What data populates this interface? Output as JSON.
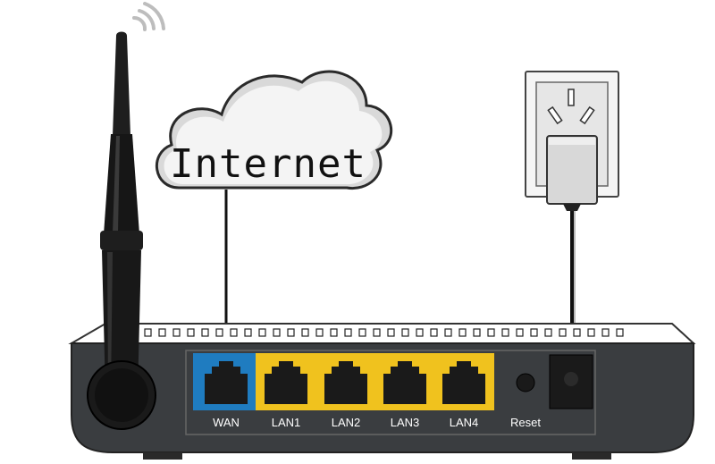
{
  "cloud": {
    "label": "Internet"
  },
  "ports": {
    "wan": "WAN",
    "lan1": "LAN1",
    "lan2": "LAN2",
    "lan3": "LAN3",
    "lan4": "LAN4",
    "reset": "Reset"
  },
  "colors": {
    "wan_panel": "#1f7cc0",
    "lan_panel": "#f0c21e",
    "router_body": "#3a3d40",
    "router_top": "#ffffff",
    "antenna": "#1a1a1a",
    "outlet": "#dedede",
    "cable": "#111111"
  },
  "icons": [
    "wifi-signal-icon",
    "antenna",
    "cloud",
    "wall-outlet",
    "power-adapter",
    "ethernet-port-icon"
  ]
}
